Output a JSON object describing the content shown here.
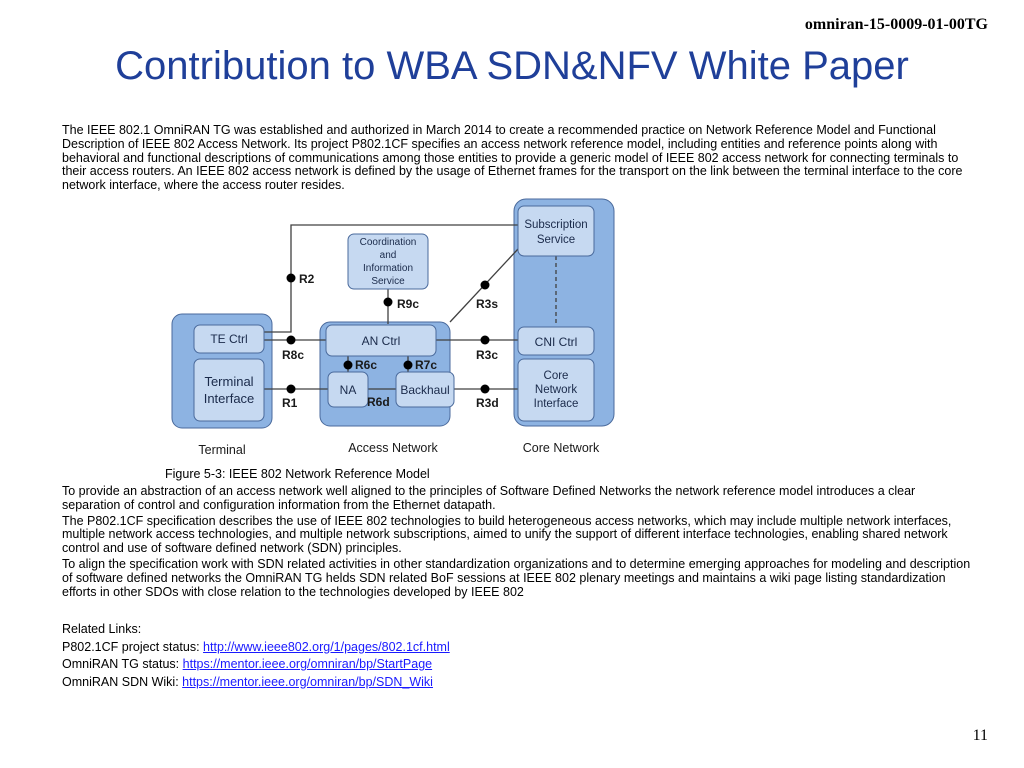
{
  "header": {
    "doc_id": "omniran-15-0009-01-00TG",
    "title": "Contribution to WBA SDN&NFV White Paper"
  },
  "intro": "The IEEE 802.1 OmniRAN TG was established and authorized in March 2014 to create a recommended practice on Network Reference Model and Functional Description of IEEE 802 Access Network. Its project P802.1CF specifies an access network reference model, including entities and reference points along with behavioral and functional descriptions of communications among those entities to provide a generic model of IEEE 802 access network for connecting terminals to their access routers. An IEEE 802 access network is defined by the usage of Ethernet frames for the transport on the link between the terminal interface to the core network interface, where the access router resides.",
  "diagram": {
    "boxes": {
      "coordination": [
        "Coordination",
        "and",
        "Information",
        "Service"
      ],
      "subscription": [
        "Subscription",
        "Service"
      ],
      "te_ctrl": "TE Ctrl",
      "terminal_interface": [
        "Terminal",
        "Interface"
      ],
      "an_ctrl": "AN Ctrl",
      "na": "NA",
      "backhaul": "Backhaul",
      "cni_ctrl": "CNI Ctrl",
      "core_interface": [
        "Core",
        "Network",
        "Interface"
      ]
    },
    "refpoints": {
      "r2": "R2",
      "r9c": "R9c",
      "r3s": "R3s",
      "r8c": "R8c",
      "r6c": "R6c",
      "r7c": "R7c",
      "r3c": "R3c",
      "r1": "R1",
      "r6d": "R6d",
      "r3d": "R3d"
    },
    "groups": {
      "terminal": "Terminal",
      "access": "Access Network",
      "core": "Core Network"
    },
    "colors": {
      "group_fill": "#8db3e2",
      "box_fill": "#c6d9f1",
      "stroke": "#4a6a9c",
      "line": "#404040",
      "dot": "#000000"
    }
  },
  "caption": "Figure 5-3: IEEE 802 Network Reference Model",
  "paragraphs": [
    "To provide an abstraction of an access network well aligned to the principles of Software Defined Networks the network reference model introduces a clear separation of control and configuration information from the Ethernet datapath.",
    "The P802.1CF specification describes the use of IEEE 802 technologies to build heterogeneous access networks, which may include multiple network interfaces, multiple network access technologies, and multiple network subscriptions, aimed to unify the support of different interface technologies, enabling shared network control and use of software defined network (SDN) principles.",
    "To align the specification work with SDN related activities in other standardization organizations and to determine emerging approaches for modeling and description of software defined networks the OmniRAN TG helds SDN related BoF sessions at IEEE 802 plenary meetings and maintains a wiki page listing standardization efforts in other SDOs with close relation to the technologies developed by IEEE 802"
  ],
  "links": {
    "heading": "Related Links:",
    "items": [
      {
        "label": "P802.1CF project status: ",
        "url": "http://www.ieee802.org/1/pages/802.1cf.html"
      },
      {
        "label": "OmniRAN TG status: ",
        "url": "https://mentor.ieee.org/omniran/bp/StartPage"
      },
      {
        "label": "OmniRAN SDN Wiki: ",
        "url": "https://mentor.ieee.org/omniran/bp/SDN_Wiki"
      }
    ]
  },
  "page_number": "11"
}
